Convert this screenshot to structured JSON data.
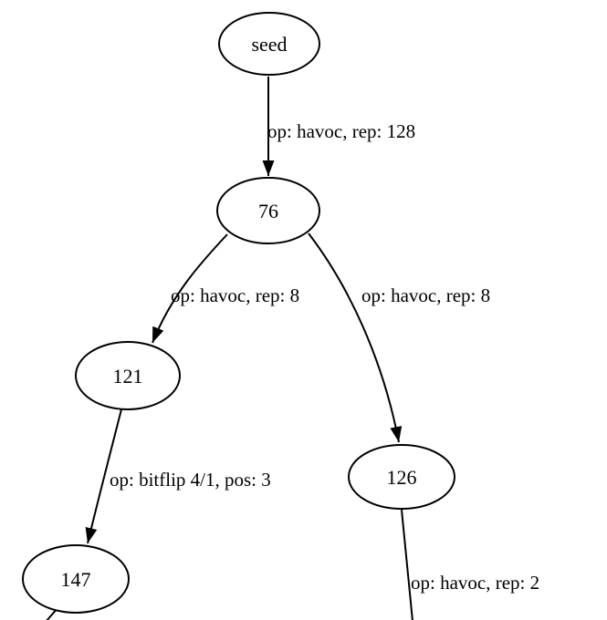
{
  "diagram": {
    "kind": "mutation-tree-graph",
    "colors": {
      "background": "#ffffff",
      "node_fill": "#ffffff",
      "node_stroke": "#000000",
      "edge_stroke": "#000000",
      "text": "#000000"
    },
    "nodes": [
      {
        "id": "seed",
        "label": "seed"
      },
      {
        "id": "76",
        "label": "76"
      },
      {
        "id": "121",
        "label": "121"
      },
      {
        "id": "126",
        "label": "126"
      },
      {
        "id": "147",
        "label": "147"
      }
    ],
    "edges": [
      {
        "from": "seed",
        "to": "76",
        "label": "op: havoc, rep: 128"
      },
      {
        "from": "76",
        "to": "121",
        "label": "op: havoc, rep: 8"
      },
      {
        "from": "76",
        "to": "126",
        "label": "op: havoc, rep: 8"
      },
      {
        "from": "121",
        "to": "147",
        "label": "op: bitflip 4/1, pos: 3"
      },
      {
        "from": "126",
        "to": "offscreen",
        "label": "op: havoc, rep: 2"
      },
      {
        "from": "147",
        "to": "offscreen",
        "label": ""
      }
    ]
  }
}
